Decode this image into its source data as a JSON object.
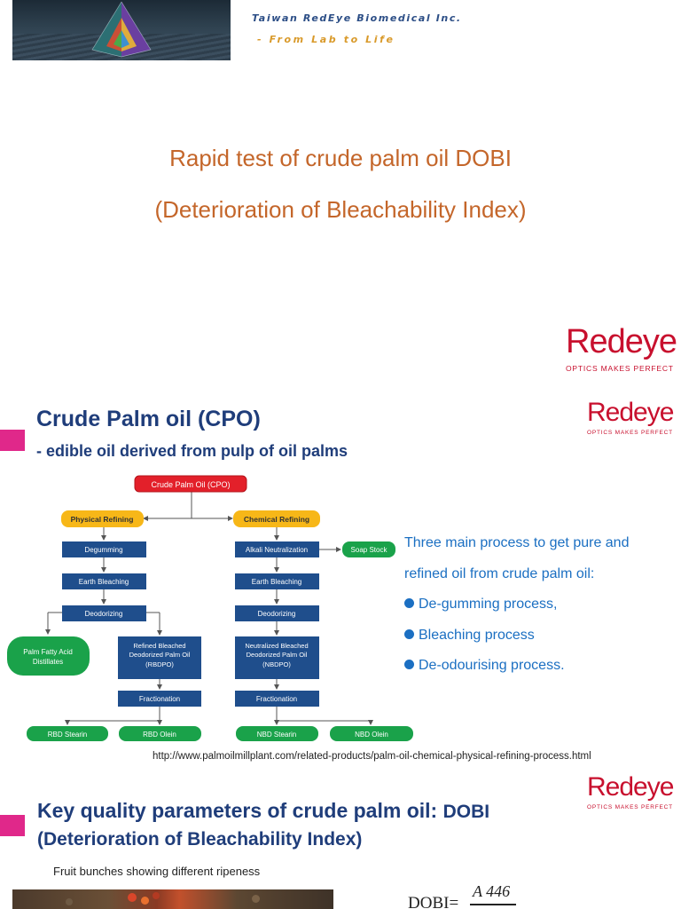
{
  "slide1": {
    "company": "Taiwan RedEye Biomedical Inc.",
    "slogan": "- From Lab to Life",
    "title_line1": "Rapid test of crude palm oil DOBI",
    "title_line2": "(Deterioration of Bleachability Index)",
    "logo_word": "Redeye",
    "logo_tagline": "OPTICS MAKES PERFECT"
  },
  "slide2": {
    "title": "Crude Palm oil (CPO)",
    "subtitle": "- edible oil derived from pulp of oil palms",
    "logo_word": "Redeye",
    "logo_tagline": "OPTICS MAKES PERFECT",
    "flow": {
      "root": "Crude Palm Oil (CPO)",
      "physical": "Physical Refining",
      "chemical": "Chemical Refining",
      "p_degumming": "Degumming",
      "p_bleaching": "Earth Bleaching",
      "p_deodorizing": "Deodorizing",
      "pfad_l1": "Palm Fatty Acid",
      "pfad_l2": "Distillates",
      "rbdpo_l1": "Refined Bleached",
      "rbdpo_l2": "Deodorized Palm Oil",
      "rbdpo_l3": "(RBDPO)",
      "p_fractionation": "Fractionation",
      "rbd_stearin": "RBD Stearin",
      "rbd_olein": "RBD Olein",
      "c_alkali": "Alkali Neutralization",
      "soap_stock": "Soap Stock",
      "c_bleaching": "Earth Bleaching",
      "c_deodorizing": "Deodorizing",
      "nbdpo_l1": "Neutralized Bleached",
      "nbdpo_l2": "Deodorized Palm Oil",
      "nbdpo_l3": "(NBDPO)",
      "c_fractionation": "Fractionation",
      "nbd_stearin": "NBD Stearin",
      "nbd_olein": "NBD Olein"
    },
    "intro_line1": "Three main process to get pure and",
    "intro_line2": "refined oil from crude palm oil:",
    "points": [
      "De-gumming process,",
      "Bleaching process",
      "De-odourising process."
    ],
    "source": "http://www.palmoilmillplant.com/related-products/palm-oil-chemical-physical-refining-process.html"
  },
  "slide3": {
    "title_main": "Key quality parameters of crude palm oil: ",
    "title_accent": "DOBI",
    "subtitle": "(Deterioration of Bleachability Index)",
    "logo_word": "Redeye",
    "logo_tagline": "OPTICS MAKES PERFECT",
    "caption": "Fruit bunches showing different ripeness",
    "formula_lhs": "DOBI=",
    "formula_numerator": "A 446"
  },
  "colors": {
    "brand_red": "#c8102e",
    "title_orange": "#c4662a",
    "heading_navy": "#1f3d7a",
    "bullet_blue": "#1b6fc2",
    "accent_pink": "#e0288a",
    "flow_box": "#1f4e8c",
    "flow_red": "#e3202a",
    "flow_yellow": "#f7b718",
    "flow_green": "#1aa24a"
  }
}
